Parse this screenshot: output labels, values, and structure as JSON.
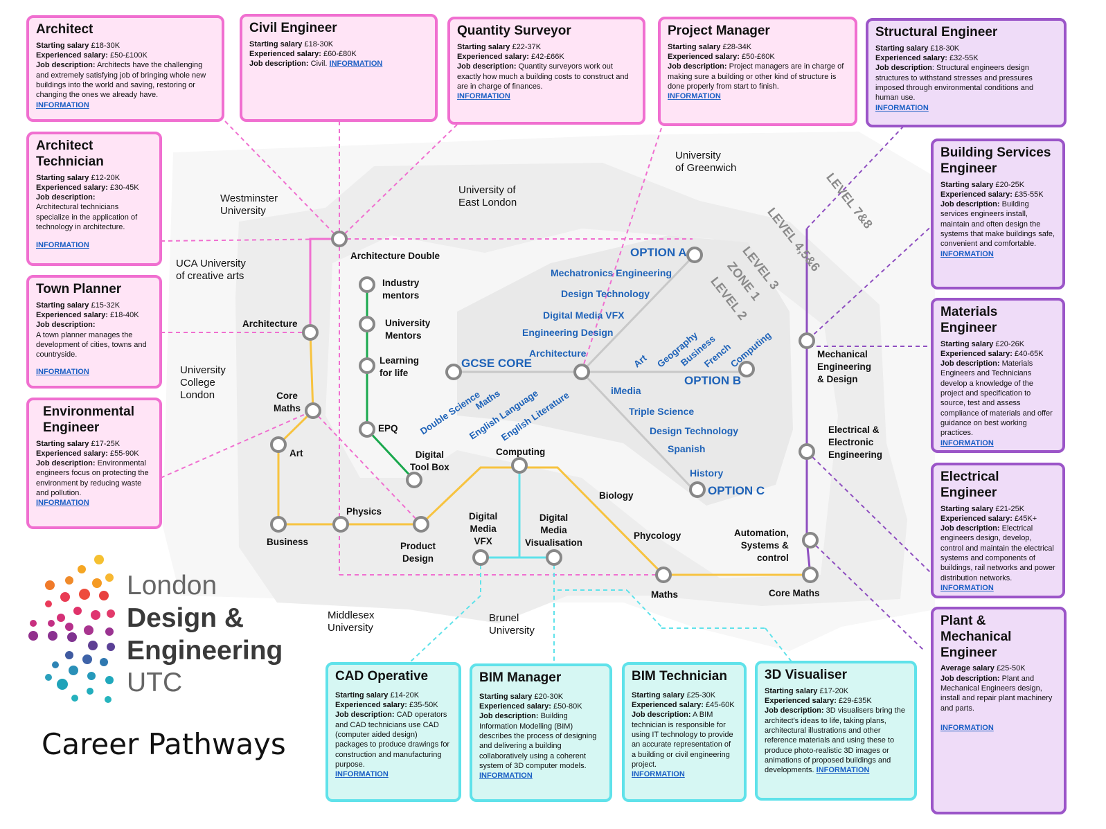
{
  "careers": {
    "architect": {
      "title": "Architect",
      "start": "£18-30K",
      "exp": "£50-£100K",
      "desc": "Architects have the challenging and extremely satisfying job of bringing whole new buildings into the world and saving, restoring or changing the ones we already have."
    },
    "civil": {
      "title": "Civil Engineer",
      "start": "£18-30K",
      "exp": "£60-£80K",
      "desc": "Civil."
    },
    "qs": {
      "title": "Quantity Surveyor",
      "start": "£22-37K",
      "exp": "£42-£66K",
      "desc": "Quantity surveyors work out exactly how much a building costs to construct and are in charge of finances."
    },
    "pm": {
      "title": "Project Manager",
      "start": "£28-34K",
      "exp": "£50-£60K",
      "desc": "Project managers are in charge of making sure a building or other kind of structure is done properly from start to finish."
    },
    "structural": {
      "title": "Structural Engineer",
      "start": "£18-30K",
      "exp": "£32-55K",
      "desc": "Structural engineers design structures to withstand stresses and pressures imposed through environmental conditions and human use."
    },
    "archtech": {
      "title1": "Architect",
      "title2": "Technician",
      "start": "£12-20K",
      "exp": "£30-45K",
      "desc": "Architectural technicians specialize in the application of technology in architecture."
    },
    "town": {
      "title": "Town Planner",
      "start": "£15-32K",
      "exp": "£18-40K",
      "desc": "A town planner manages the development of cities, towns and countryside."
    },
    "env": {
      "title1": "Environmental",
      "title2": "Engineer",
      "start": "£17-25K",
      "exp": "£55-90K",
      "desc": "Environmental engineers focus on protecting the environment by reducing waste and pollution."
    },
    "bse": {
      "title1": "Building Services",
      "title2": "Engineer",
      "start": "£20-25K",
      "exp": "£35-55K",
      "desc": "Building services engineers install, maintain and often design the systems that make buildings safe, convenient and comfortable."
    },
    "materials": {
      "title": "Materials Engineer",
      "start": "£20-26K",
      "exp": "£40-65K",
      "desc": "Materials Engineers and Technicians develop a knowledge of the project and specification to source, test and assess compliance of materials and offer guidance on best working practices."
    },
    "electrical": {
      "title": "Electrical Engineer",
      "start": "£21-25K",
      "exp": "£45K+",
      "desc": "Electrical engineers design, develop, control and maintain the electrical systems and components of buildings, rail networks and power distribution networks."
    },
    "plant": {
      "title1": "Plant & Mechanical",
      "title2": "Engineer",
      "avg": "£25-50K",
      "desc": "Plant and Mechanical Engineers design, install and repair plant machinery and parts."
    },
    "cad": {
      "title": "CAD Operative",
      "start": "£14-20K",
      "exp": "£35-50K",
      "desc": "CAD operators and CAD technicians use CAD (computer aided design) packages to produce drawings for construction and manufacturing purpose."
    },
    "bimm": {
      "title": "BIM Manager",
      "start": "£20-30K",
      "exp": "£50-80K",
      "desc": "Building Information Modelling (BIM) describes the process of designing and delivering a building collaboratively using a coherent system of 3D computer models."
    },
    "bimt": {
      "title": "BIM Technician",
      "start": "£25-30K",
      "exp": "£45-60K",
      "desc": "A BIM technician is responsible for using IT technology to provide an accurate representation of a building or civil engineering project."
    },
    "vis": {
      "title": "3D Visualiser",
      "start": "£17-20K",
      "exp": "£29-£35K",
      "desc": "3D visualisers bring the architect's ideas to life, taking plans, architectural illustrations and other reference materials and using these to produce photo-realistic 3D images or animations of proposed buildings and developments."
    }
  },
  "common": {
    "start_label": "Starting salary",
    "exp_label": "Experienced salary:",
    "avg_label": "Average salary",
    "desc_label": "Job description:",
    "desc_label_plain": "Job description",
    "info": "INFORMATION"
  },
  "universities": {
    "westminster": "Westminster\nUniversity",
    "uel": "University of\nEast London",
    "greenwich": "University\nof Greenwich",
    "uca": "UCA University\nof creative arts",
    "ucl": "University\nCollege\nLondon",
    "middlesex": "Middlesex\nUniversity",
    "brunel": "Brunel\nUniversity"
  },
  "stations": {
    "arch_double": "Architecture Double",
    "architecture": "Architecture",
    "core_maths": "Core\nMaths",
    "art": "Art",
    "business": "Business",
    "physics": "Physics",
    "product_design": "Product\nDesign",
    "computing": "Computing",
    "dm_vfx": "Digital\nMedia\nVFX",
    "dm_vis": "Digital\nMedia\nVisualisation",
    "biology": "Biology",
    "phycology": "Phycology",
    "maths": "Maths",
    "core_maths_r": "Core Maths",
    "automation": "Automation,\nSystems &\ncontrol",
    "electrical": "Electrical &\nElectronic\nEngineering",
    "mech": "Mechanical\nEngineering\n& Design",
    "industry": "Industry\nmentors",
    "uni_mentors": "University\nMentors",
    "learning": "Learning\nfor life",
    "epq": "EPQ",
    "dtb": "Digital\nTool Box"
  },
  "options": {
    "gcse": "GCSE CORE",
    "a": "OPTION A",
    "b": "OPTION B",
    "c": "OPTION C",
    "a_items": [
      "Mechatronics Engineering",
      "Design Technology",
      "Digital Media VFX",
      "Engineering Design",
      "Architecture"
    ],
    "b_items": [
      "Art",
      "Geography",
      "Business",
      "French",
      "Computing"
    ],
    "c_items": [
      "iMedia",
      "Triple Science",
      "Design Technology",
      "Spanish",
      "History"
    ],
    "core_items": [
      "Double Science",
      "Maths",
      "English Language",
      "English Literature"
    ]
  },
  "levels": {
    "l78": "LEVEL 7&8",
    "l456": "LEVEL 4,5&6",
    "l3": "LEVEL 3",
    "zone1": "ZONE 1",
    "l2": "LEVEL 2"
  },
  "logo": {
    "line1": "London",
    "line2": "Design &",
    "line3": "Engineering",
    "line4": "UTC"
  },
  "title": "Career Pathways",
  "colors": {
    "pink": "#f06fd0",
    "purple": "#9b55c8",
    "cyan": "#5fe2ea",
    "yellow": "#f7c340",
    "green": "#1aa84d",
    "grey": "#c8c8c8",
    "blue": "#1f63b8"
  }
}
